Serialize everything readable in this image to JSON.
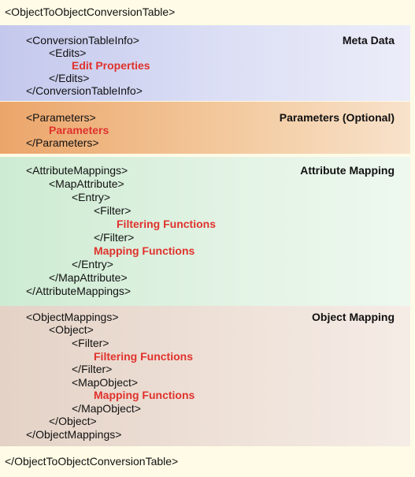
{
  "root_open": "<ObjectToObjectConversionTable>",
  "root_close": "</ObjectToObjectConversionTable>",
  "sections": {
    "meta": {
      "title": "Meta Data",
      "lines": [
        "<ConversionTableInfo>",
        "<Edits>",
        "Edit Properties",
        "</Edits>",
        "</ConversionTableInfo>"
      ]
    },
    "params": {
      "title": "Parameters (Optional)",
      "lines": [
        "<Parameters>",
        "Parameters",
        "</Parameters>"
      ]
    },
    "attr": {
      "title": "Attribute Mapping",
      "lines": [
        "<AttributeMappings>",
        "<MapAttribute>",
        "<Entry>",
        "<Filter>",
        "Filtering Functions",
        "</Filter>",
        "Mapping Functions",
        "</Entry>",
        "</MapAttribute>",
        "</AttributeMappings>"
      ]
    },
    "obj": {
      "title": "Object Mapping",
      "lines": [
        "<ObjectMappings>",
        "<Object>",
        "<Filter>",
        "Filtering Functions",
        "</Filter>",
        "<MapObject>",
        "Mapping Functions",
        "</MapObject>",
        "</Object>",
        "</ObjectMappings>"
      ]
    }
  },
  "colors": {
    "highlight_text": "#e0322d",
    "background": "#fffbe6"
  }
}
